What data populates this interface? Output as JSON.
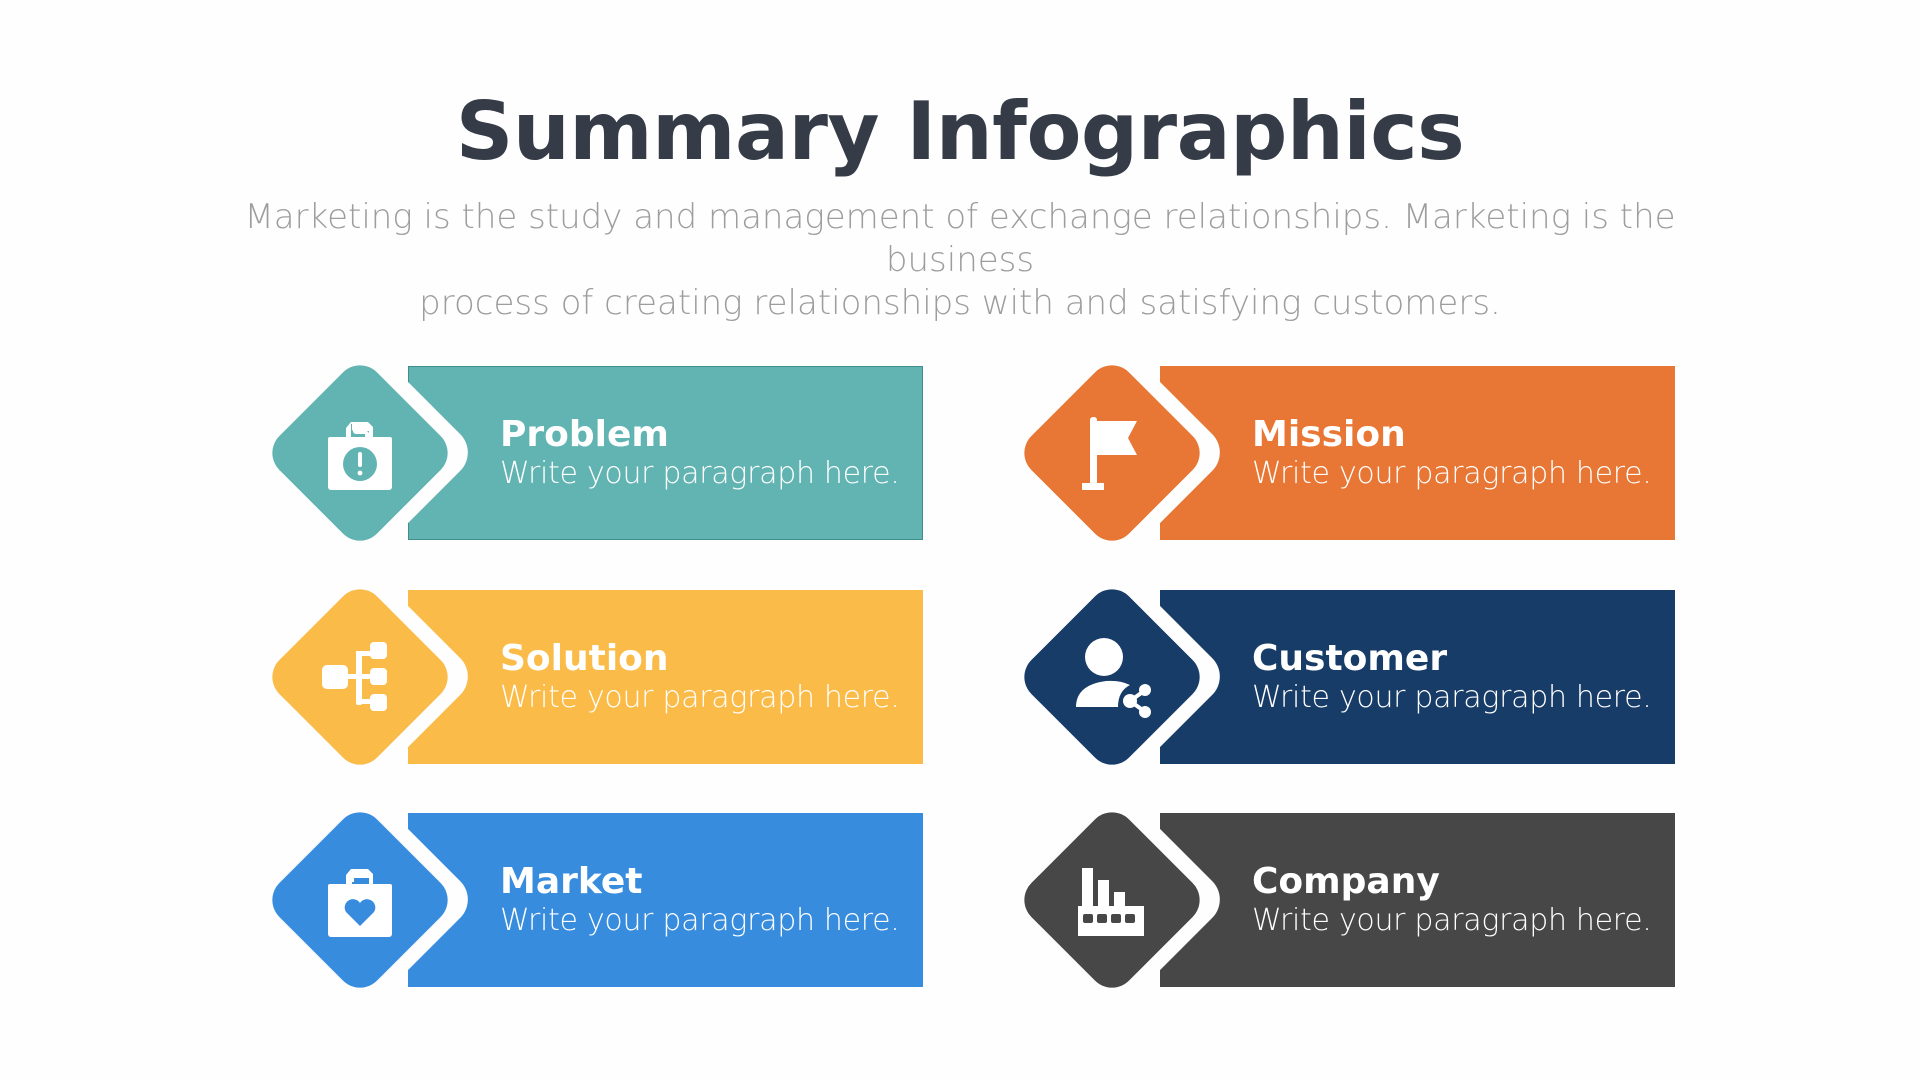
{
  "header": {
    "title": "Summary Infographics",
    "subtitle_line1": "Marketing is the study and management of exchange relationships. Marketing is the business",
    "subtitle_line2": "process of creating relationships with and satisfying customers."
  },
  "cards": [
    {
      "title": "Problem",
      "text": "Write your paragraph here.",
      "icon": "shopping-bag-alert-icon",
      "color": "#62b4b2",
      "border": "#3f8e8b"
    },
    {
      "title": "Mission",
      "text": "Write your paragraph here.",
      "icon": "flag-icon",
      "color": "#e87634",
      "border": "#e87634"
    },
    {
      "title": "Solution",
      "text": "Write your paragraph here.",
      "icon": "hierarchy-tree-icon",
      "color": "#fbbb48",
      "border": "#fbbb48"
    },
    {
      "title": "Customer",
      "text": "Write your paragraph here.",
      "icon": "user-share-icon",
      "color": "#183c68",
      "border": "#183c68"
    },
    {
      "title": "Market",
      "text": "Write your paragraph here.",
      "icon": "shopping-bag-heart-icon",
      "color": "#388cdd",
      "border": "#388cdd"
    },
    {
      "title": "Company",
      "text": "Write your paragraph here.",
      "icon": "factory-icon",
      "color": "#474747",
      "border": "#474747"
    }
  ]
}
